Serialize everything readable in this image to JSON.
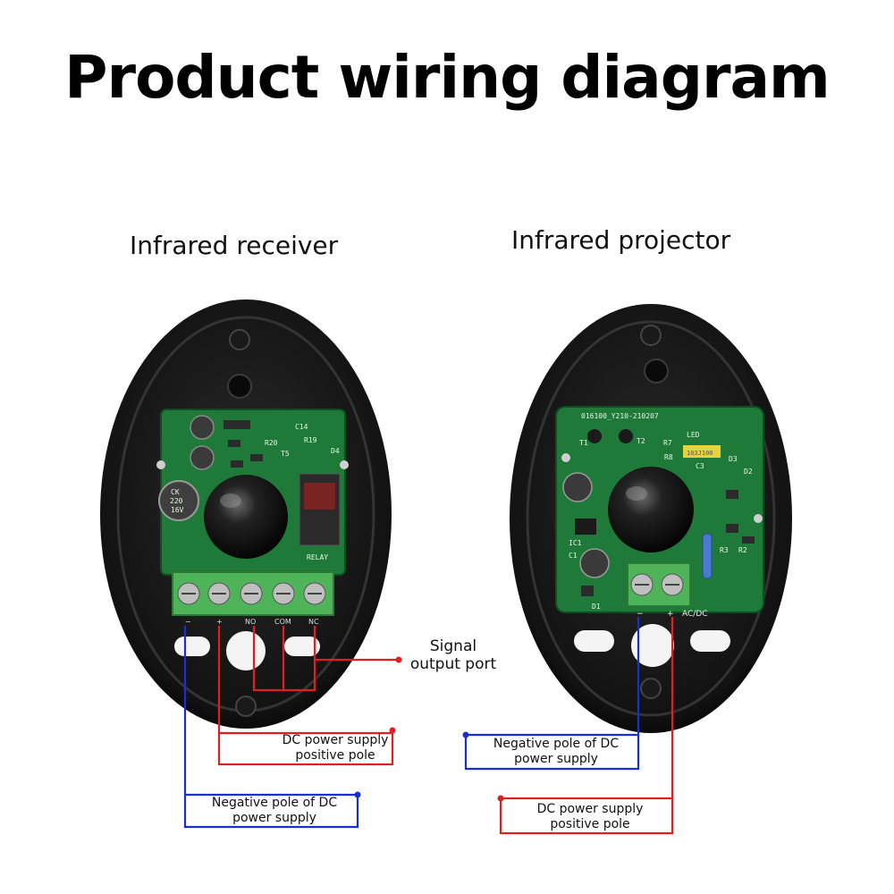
{
  "title": "Product wiring diagram",
  "receiver": {
    "label": "Infrared receiver",
    "terminals": [
      "−",
      "+",
      "NO",
      "COM",
      "NC"
    ],
    "pcb_marks": [
      "CK",
      "220",
      "16V",
      "RELAY",
      "R19",
      "R20",
      "D4",
      "C14",
      "T5"
    ],
    "callouts": {
      "signal": "Signal\noutput port",
      "positive": "DC power supply\npositive pole",
      "negative": "Negative pole of DC\npower supply"
    }
  },
  "projector": {
    "label": "Infrared projector",
    "terminals": [
      "−",
      "+"
    ],
    "terminal_label": "AC/DC",
    "pcb_marks": [
      "016100_Y210-210207",
      "LED",
      "T1",
      "T2",
      "R7",
      "R8",
      "C3",
      "D3",
      "D2",
      "R3",
      "R2",
      "IC1",
      "C1",
      "D1",
      "103J100"
    ],
    "callouts": {
      "negative": "Negative pole of DC\npower supply",
      "positive": "DC power supply\npositive pole"
    }
  },
  "colors": {
    "positive_wire": "#e02020",
    "negative_wire": "#1a2fd0",
    "pcb_green": "#1f7a3a",
    "housing": "#111111",
    "terminal_green": "#4fb35a"
  }
}
